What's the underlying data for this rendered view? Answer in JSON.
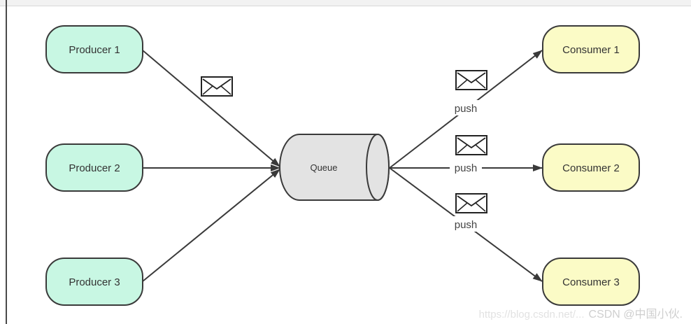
{
  "diagram": {
    "producers": [
      {
        "label": "Producer 1"
      },
      {
        "label": "Producer 2"
      },
      {
        "label": "Producer 3"
      }
    ],
    "queue": {
      "label": "Queue"
    },
    "consumers": [
      {
        "label": "Consumer 1"
      },
      {
        "label": "Consumer 2"
      },
      {
        "label": "Consumer 3"
      }
    ],
    "edge_labels": [
      "push",
      "push",
      "push"
    ],
    "colors": {
      "producer_fill": "#c8f7e3",
      "consumer_fill": "#fbfbc6",
      "queue_fill": "#e3e3e3",
      "stroke": "#3a3a3a"
    }
  },
  "watermark": {
    "url": "https://blog.csdn.net/...",
    "brand": "CSDN @中国小伙."
  }
}
